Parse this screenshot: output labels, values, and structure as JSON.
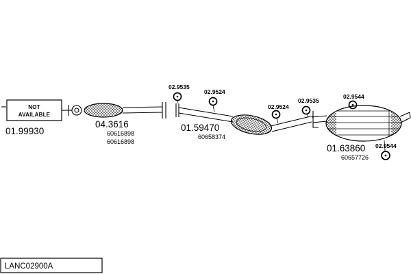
{
  "diagram": {
    "not_available": {
      "line1": "NOT",
      "line2": "AVAILABLE"
    },
    "front_pipe": {
      "code": "01.99930"
    },
    "catalyst": {
      "code": "04.3616",
      "ref1": "60616898",
      "ref2": "60616898"
    },
    "mid_muffler": {
      "code": "01.59470",
      "ref": "60658374"
    },
    "rear_muffler": {
      "code": "01.63860",
      "ref": "60657726"
    },
    "gaskets": [
      "02.9535",
      "02.9524",
      "02.9524",
      "02.9535",
      "02.9544",
      "02.9544"
    ]
  },
  "footer": {
    "drawing_code": "LANC02900A"
  }
}
